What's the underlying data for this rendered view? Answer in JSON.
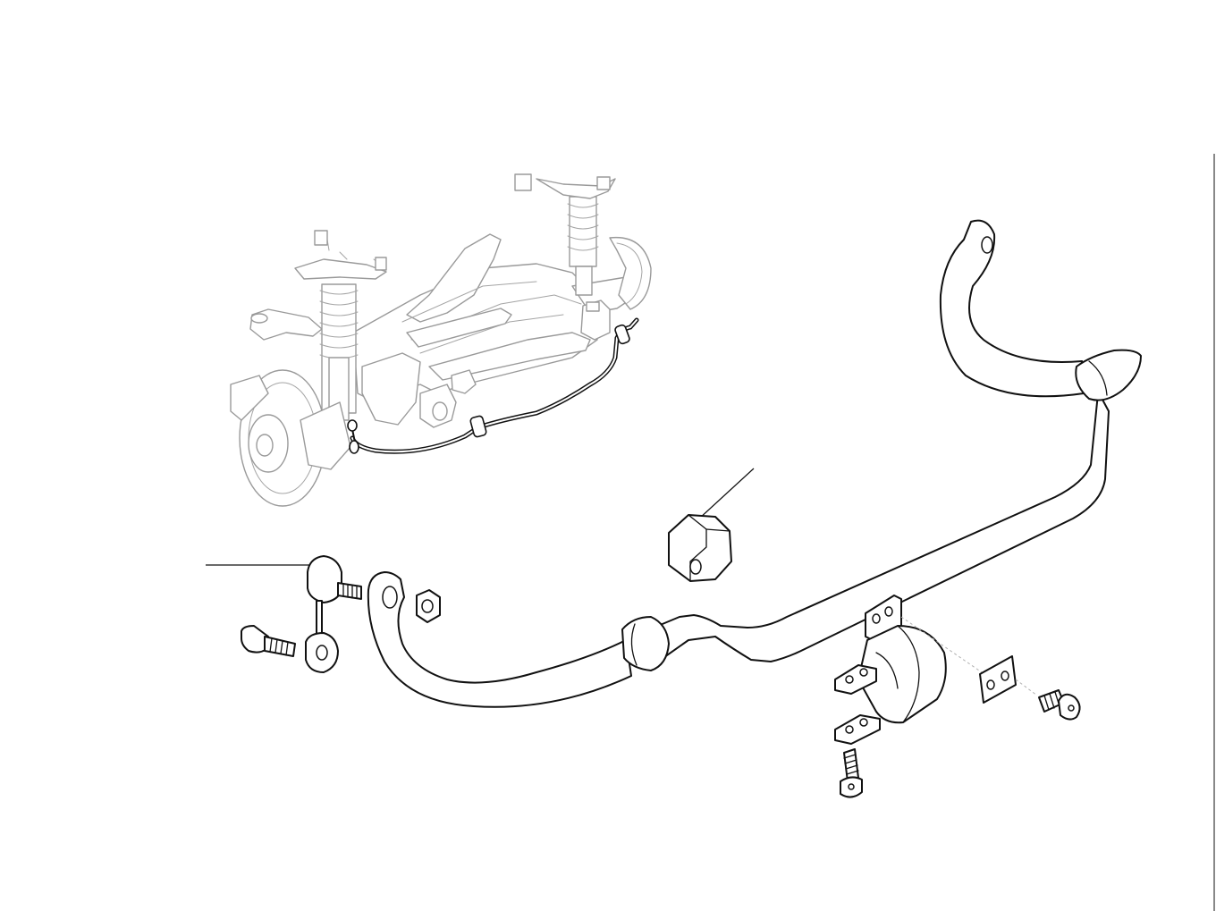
{
  "diagram": {
    "type": "exploded-parts-view",
    "accent_color": "#111111",
    "detail_color": "#9a9a9a",
    "background_color": "#ffffff",
    "parts": [
      "rear-suspension-assembly-overview",
      "anti-roll-bar",
      "drop-link",
      "drop-link-bolt",
      "drop-link-nut",
      "anti-roll-bar-bushing",
      "mounting-bracket",
      "bracket-plate",
      "bracket-bolt-horizontal",
      "bracket-bolt-vertical"
    ]
  }
}
